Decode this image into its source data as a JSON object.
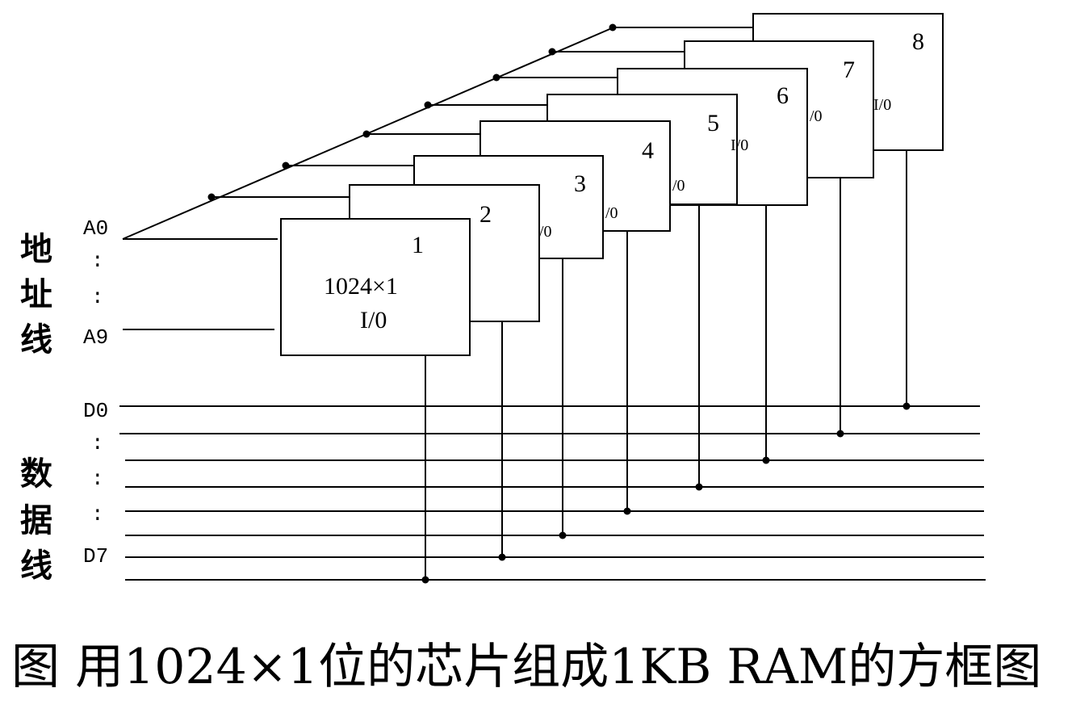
{
  "chips": [
    {
      "num": "1",
      "spec": "1024×1",
      "io": "I/0"
    },
    {
      "num": "2",
      "io": "/0"
    },
    {
      "num": "3",
      "io": "/0"
    },
    {
      "num": "4",
      "io": "/0"
    },
    {
      "num": "5",
      "io": "I/0"
    },
    {
      "num": "6",
      "io": "/0"
    },
    {
      "num": "7",
      "io": "I/0"
    },
    {
      "num": "8",
      "io": ""
    }
  ],
  "address": {
    "label_chars": [
      "地",
      "址",
      "线"
    ],
    "top": "A0",
    "bottom": "A9"
  },
  "data_bus": {
    "label_chars": [
      "数",
      "据",
      "线"
    ],
    "top": "D0",
    "bottom": "D7"
  },
  "caption": "图 用1024×1位的芯片组成1KB RAM的方框图"
}
